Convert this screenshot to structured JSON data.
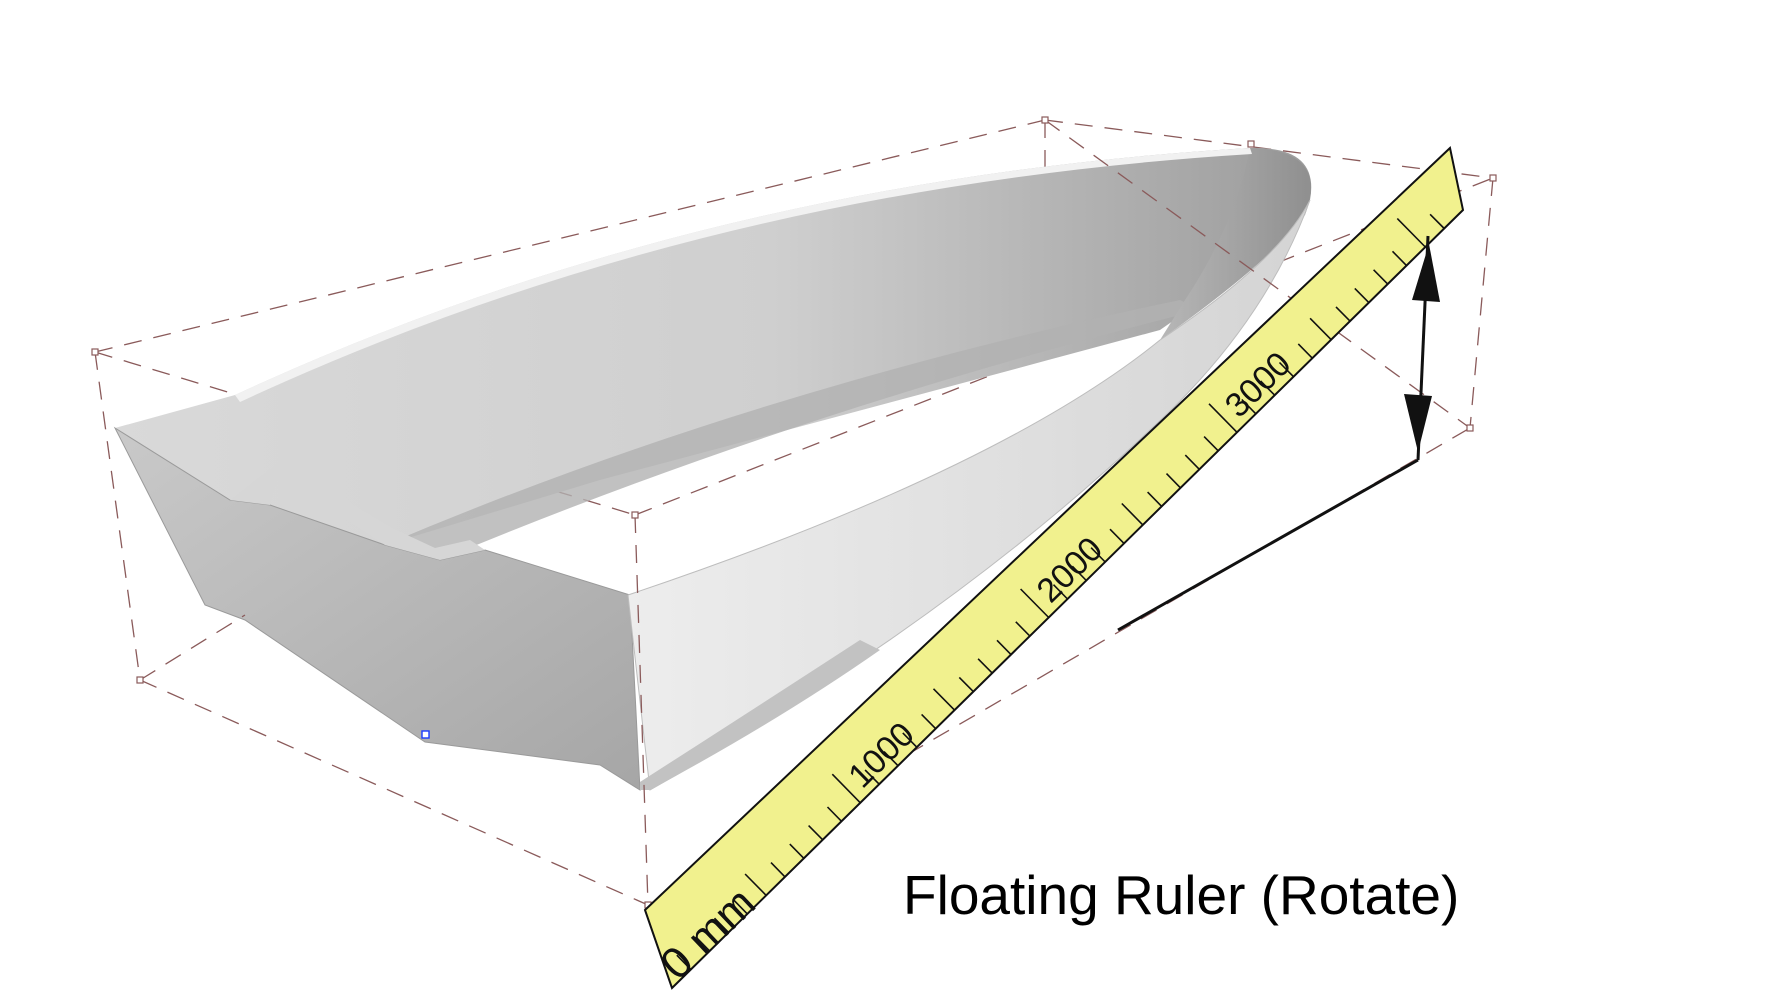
{
  "caption": "Floating Ruler (Rotate)",
  "ruler": {
    "unit_label": "0 mm",
    "labels": [
      "1000",
      "2000",
      "3000"
    ],
    "fill_color": "#f1f18e",
    "edge_color": "#111111"
  },
  "hull": {
    "light_color": "#e4e4e4",
    "mid_color": "#c8c8c8",
    "dark_color": "#a9a9a9"
  },
  "bounding_box": {
    "line_color": "#8a5a5a",
    "style": "dashed"
  },
  "icons": {
    "measure_arrow": "double-headed-arrow-icon"
  }
}
